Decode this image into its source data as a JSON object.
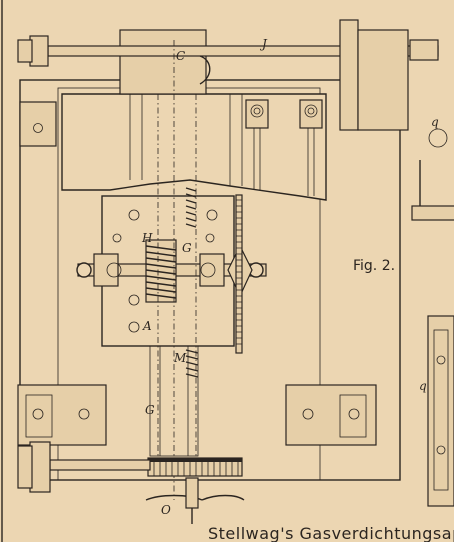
{
  "figure": {
    "number_label": "Fig. 2.",
    "caption": "Stellwag's Gasverdichtungsappa"
  },
  "labels": {
    "C": "C",
    "J": "J",
    "q_top": "q",
    "H": "H",
    "G_mid": "G",
    "A": "A",
    "M": "M",
    "G_low": "G",
    "O": "O",
    "q_side": "q"
  }
}
